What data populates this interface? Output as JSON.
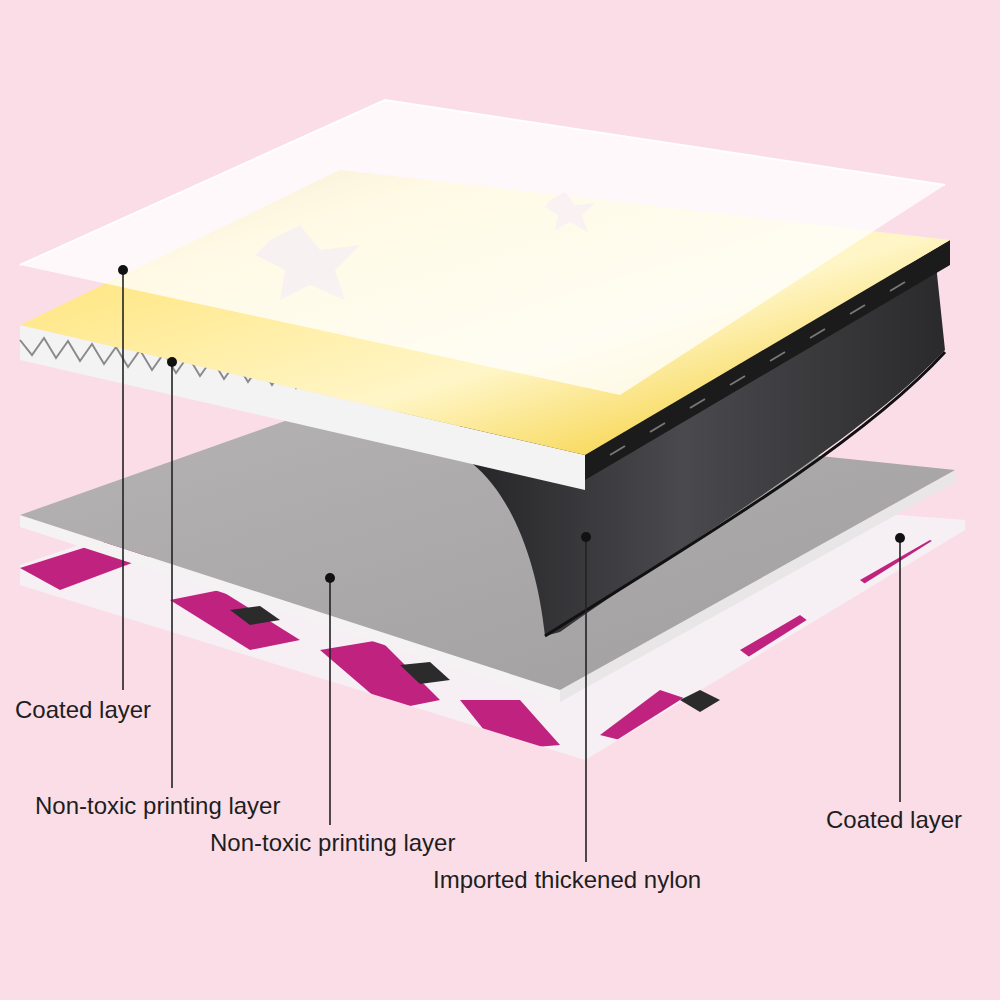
{
  "diagram": {
    "labels": [
      "Coated layer",
      "Non-toxic printing layer",
      "Non-toxic printing layer",
      "Imported thickened nylon",
      "Coated layer"
    ]
  }
}
